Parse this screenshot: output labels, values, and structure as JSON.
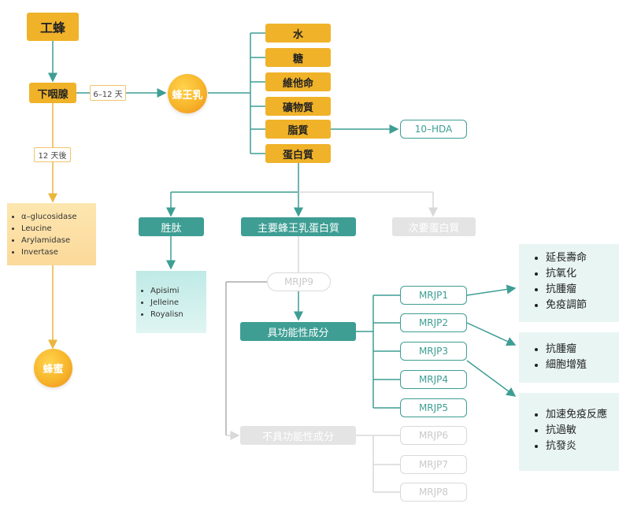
{
  "worker_bee": "工蜂",
  "hypopharyngeal_gland": "下咽腺",
  "days_6_12": "6–12 天",
  "after_12_days": "12 天後",
  "royal_jelly": "蜂王乳",
  "honey": "蜂蜜",
  "enzymes": [
    "α–glucosidase",
    "Leucine",
    "Arylamidase",
    "Invertase"
  ],
  "components": {
    "water": "水",
    "sugar": "糖",
    "vitamins": "維他命",
    "minerals": "礦物質",
    "lipids": "脂質",
    "protein": "蛋白質"
  },
  "hda": "10–HDA",
  "peptides": "胜肽",
  "peptide_list": [
    "Apisimi",
    "Jelleine",
    "Royalisn"
  ],
  "major_proteins": "主要蜂王乳蛋白質",
  "minor_proteins": "次要蛋白質",
  "mrjp9": "MRJP9",
  "functional": "具功能性成分",
  "non_functional": "不具功能性成分",
  "mrjps": [
    "MRJP1",
    "MRJP2",
    "MRJP3",
    "MRJP4",
    "MRJP5"
  ],
  "mrjps_inactive": [
    "MRJP6",
    "MRJP7",
    "MRJP8"
  ],
  "effects_mrjp1": [
    "延長壽命",
    "抗氧化",
    "抗腫瘤",
    "免疫調節"
  ],
  "effects_mrjp2": [
    "抗腫瘤",
    "細胞增殖"
  ],
  "effects_mrjp3": [
    "加速免疫反應",
    "抗過敏",
    "抗發炎"
  ],
  "colors": {
    "yellow": "#f0b229",
    "teal": "#3e9e94",
    "gray": "#d9d9d9"
  }
}
